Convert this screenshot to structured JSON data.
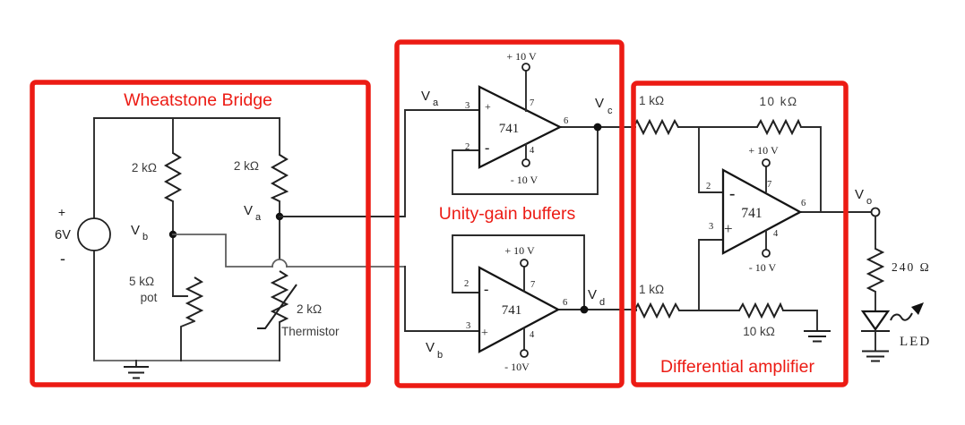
{
  "sections": {
    "bridge_title": "Wheatstone Bridge",
    "buffers_title": "Unity-gain buffers",
    "diffamp_title": "Differential amplifier"
  },
  "colors": {
    "accent_red": "#ec1b14",
    "wire": "#2b2b2b"
  },
  "bridge": {
    "source_plus": "+",
    "source_value": "6V",
    "source_minus": "-",
    "r_left": "2 kΩ",
    "r_right": "2 kΩ",
    "pot_value": "5 kΩ",
    "pot_name": "pot",
    "thermistor_value": "2 kΩ",
    "thermistor_name": "Thermistor",
    "va_base": "V",
    "va_sub": "a",
    "vb_base": "V",
    "vb_sub": "b"
  },
  "buf1": {
    "chip": "741",
    "pin_noninv": "3",
    "pin_inv": "2",
    "pin_out": "6",
    "pin_vcc": "7",
    "pin_vee": "4",
    "sign_plus": "+",
    "sign_minus": "-",
    "vcc": "+ 10 V",
    "vee": "- 10 V",
    "in_base": "V",
    "in_sub": "a",
    "out_base": "V",
    "out_sub": "c"
  },
  "buf2": {
    "chip": "741",
    "pin_noninv": "3",
    "pin_inv": "2",
    "pin_out": "6",
    "pin_vcc": "7",
    "pin_vee": "4",
    "sign_plus": "+",
    "sign_minus": "-",
    "vcc": "+ 10 V",
    "vee": "- 10V",
    "in_base": "V",
    "in_sub": "b",
    "out_base": "V",
    "out_sub": "d"
  },
  "diffamp": {
    "chip": "741",
    "pin_noninv": "3",
    "pin_inv": "2",
    "pin_out": "6",
    "pin_vcc": "7",
    "pin_vee": "4",
    "sign_plus": "+",
    "sign_minus": "-",
    "vcc": "+ 10 V",
    "vee": "- 10 V",
    "r_in_top": "1 kΩ",
    "r_feedback": "10 kΩ",
    "r_in_bottom": "1 kΩ",
    "r_ground": "10 kΩ"
  },
  "output": {
    "vo_base": "V",
    "vo_sub": "o",
    "resistor": "240 Ω",
    "led": "LED"
  }
}
